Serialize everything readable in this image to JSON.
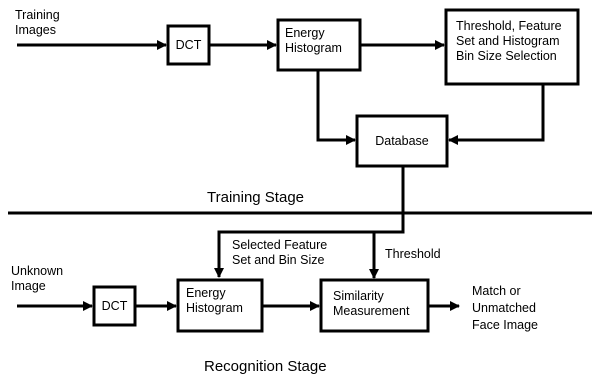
{
  "inputs": {
    "training": [
      "Training",
      "Images"
    ],
    "unknown": [
      "Unknown",
      "Image"
    ]
  },
  "training_stage": {
    "dct": "DCT",
    "energy_histogram": [
      "Energy",
      "Histogram"
    ],
    "selection": [
      "Threshold, Feature",
      "Set and Histogram",
      "Bin Size Selection"
    ],
    "database": "Database",
    "stage_label": "Training Stage"
  },
  "recognition_stage": {
    "dct": "DCT",
    "energy_histogram": [
      "Energy",
      "Histogram"
    ],
    "similarity": [
      "Similarity",
      "Measurement"
    ],
    "selected_feature": [
      "Selected Feature",
      "Set and Bin Size"
    ],
    "threshold": "Threshold",
    "output": [
      "Match or",
      "Unmatched",
      "Face Image"
    ],
    "stage_label": "Recognition Stage"
  }
}
